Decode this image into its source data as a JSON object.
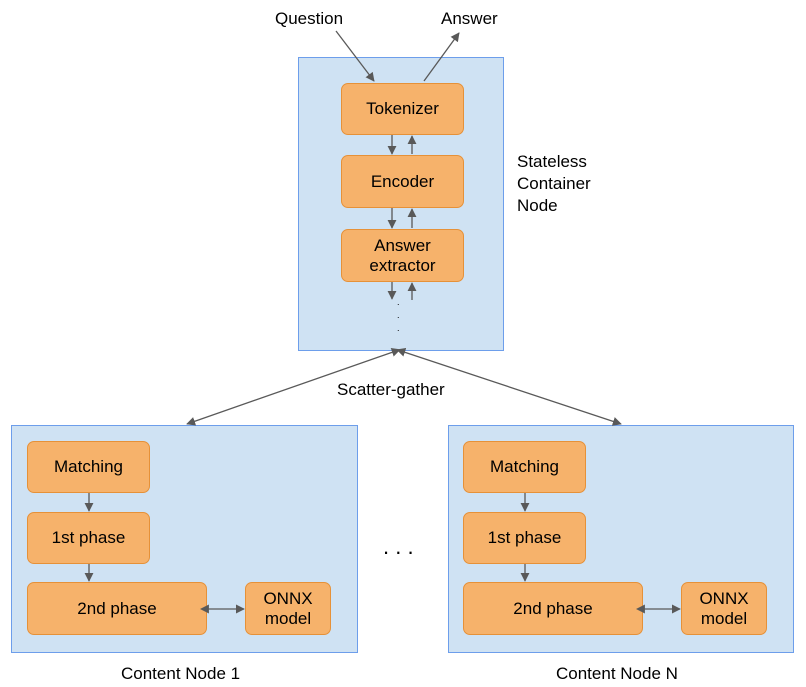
{
  "io": {
    "question": "Question",
    "answer": "Answer"
  },
  "stateless_node": {
    "label": "Stateless\nContainer\nNode",
    "components": {
      "tokenizer": "Tokenizer",
      "encoder": "Encoder",
      "answer_extractor": "Answer\nextractor"
    },
    "ellipsis": ". . ."
  },
  "scatter_gather": "Scatter-gather",
  "content_nodes": [
    {
      "label": "Content Node 1",
      "matching": "Matching",
      "phase1": "1st phase",
      "phase2": "2nd phase",
      "onnx": "ONNX\nmodel"
    },
    {
      "label": "Content Node N",
      "matching": "Matching",
      "phase1": "1st phase",
      "phase2": "2nd phase",
      "onnx": "ONNX\nmodel"
    }
  ],
  "between_nodes": ". . .",
  "colors": {
    "container_fill": "#cfe2f3",
    "container_border": "#6d9eeb",
    "box_fill": "#f6b26b",
    "box_border": "#e69138",
    "arrow": "#595959"
  }
}
